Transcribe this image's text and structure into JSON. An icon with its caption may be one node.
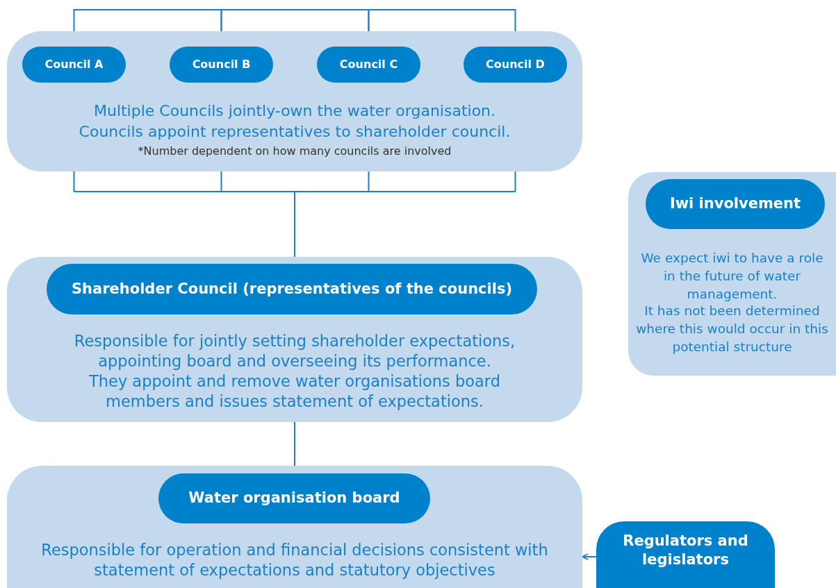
{
  "diagram": {
    "nodes": [
      {
        "text": [
          "Multiple Councils jointly-own the water organisation.",
          "Councils appoint representatives to shareholder council.",
          "*Number dependent on how many councils are involved"
        ]
      },
      {
        "text": [
          "Council A"
        ],
        "in": 0
      },
      {
        "text": [
          "Council B"
        ],
        "in": 0
      },
      {
        "text": [
          "Council C"
        ],
        "in": 0
      },
      {
        "text": [
          "Council D"
        ],
        "in": 0
      },
      {
        "text": [
          "Responsible for jointly setting shareholder expectations, appointing board and overseeing its performance.",
          "They appoint and remove water organisations board members and issues statement of expectations."
        ]
      },
      {
        "text": [
          "Shareholder Council (representatives of the councils)"
        ],
        "in": 5
      },
      {
        "text": [
          "Responsible for operation and financial decisions consistent with statement of expectations and statutory objectives"
        ]
      },
      {
        "text": [
          "Water organisation board"
        ],
        "in": 7
      },
      {
        "text": [
          "We expect iwi to have a role in the future of water management.",
          "It has not been determined where this would occur in this potential structure"
        ]
      },
      {
        "text": [
          "Iwi involvement"
        ],
        "in": 9
      },
      {
        "text": [
          "Regulators and legislators"
        ]
      }
    ],
    "edges": [
      {
        "from": 1,
        "to": 2,
        "arrow": "none"
      },
      {
        "from": 2,
        "to": 3,
        "arrow": "none"
      },
      {
        "from": 3,
        "to": 4,
        "arrow": "none"
      },
      {
        "from": 0,
        "to": 5,
        "arrow": "none"
      },
      {
        "from": 5,
        "to": 7,
        "arrow": "none"
      },
      {
        "from": 11,
        "to": 7,
        "arrow": "to"
      }
    ]
  }
}
